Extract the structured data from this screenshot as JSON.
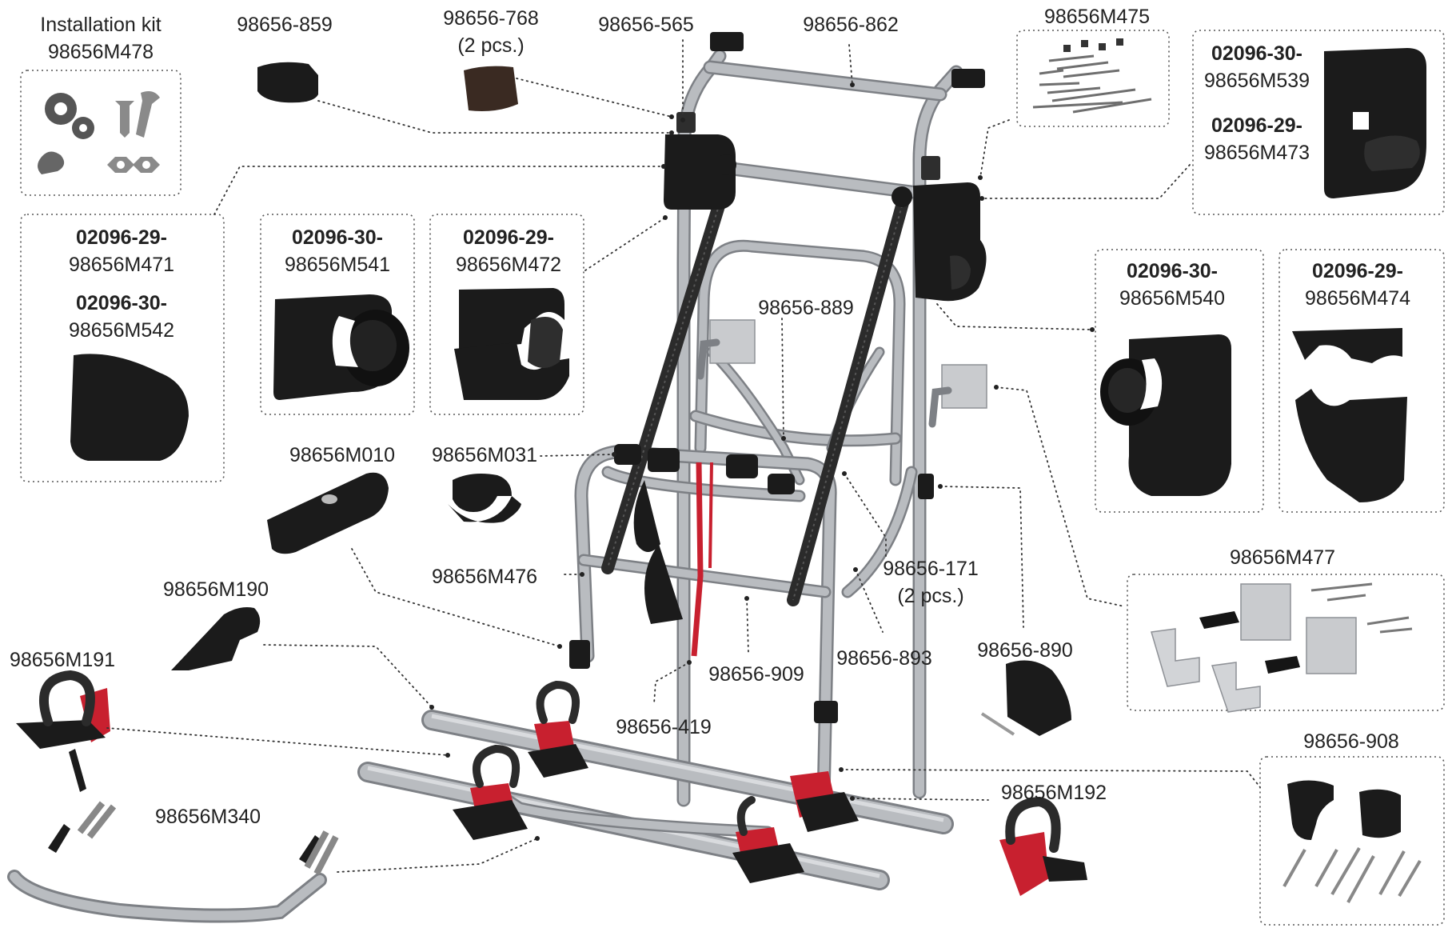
{
  "figure": {
    "labels": {
      "install_kit_title": "Installation kit",
      "install_kit_code": "98656M478",
      "p859": "98656-859",
      "p768": "98656-768",
      "p768_qty": "(2 pcs.)",
      "p565": "98656-565",
      "p862": "98656-862",
      "m475": "98656M475",
      "box_right_top_a": "02096-30-",
      "box_right_top_a_code": "98656M539",
      "box_right_top_b": "02096-29-",
      "box_right_top_b_code": "98656M473",
      "box_left_a": "02096-29-",
      "box_left_a_code": "98656M471",
      "box_left_b": "02096-30-",
      "box_left_b_code": "98656M542",
      "box_m541_a": "02096-30-",
      "box_m541_code": "98656M541",
      "box_m472_a": "02096-29-",
      "box_m472_code": "98656M472",
      "p889": "98656-889",
      "box_m540_a": "02096-30-",
      "box_m540_code": "98656M540",
      "box_m474_a": "02096-29-",
      "box_m474_code": "98656M474",
      "m010": "98656M010",
      "m031": "98656M031",
      "p171": "98656-171",
      "p171_qty": "(2 pcs.)",
      "m476": "98656M476",
      "m477": "98656M477",
      "m190": "98656M190",
      "p893": "98656-893",
      "p890": "98656-890",
      "p909": "98656-909",
      "m191": "98656M191",
      "p419": "98656-419",
      "p908": "98656-908",
      "m192": "98656M192",
      "m340": "98656M340"
    }
  },
  "colors": {
    "accent_red": "#c8202f",
    "part_black": "#1b1b1b",
    "aluminium": "#b9bcc0"
  }
}
